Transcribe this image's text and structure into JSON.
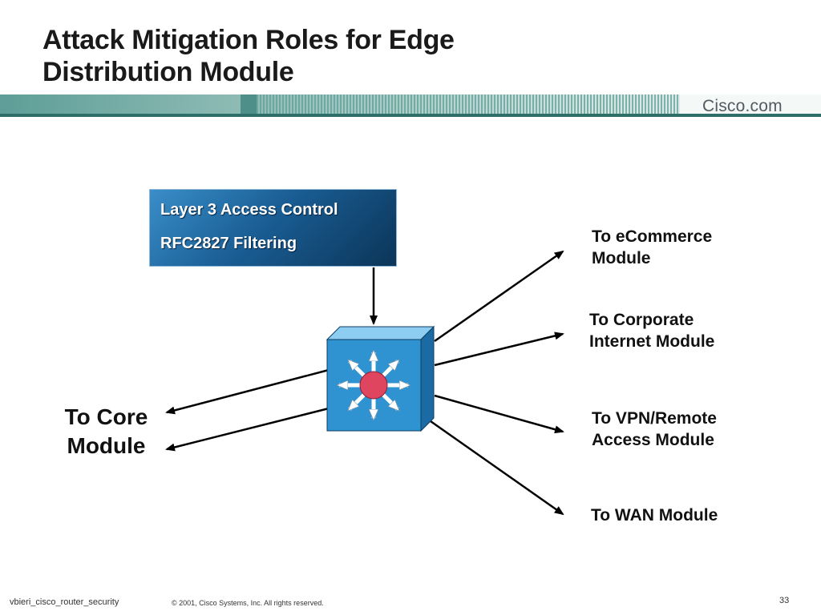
{
  "slide": {
    "title_line1": "Attack Mitigation Roles for Edge",
    "title_line2": "Distribution Module",
    "banner_text": "Cisco.com"
  },
  "infobox": {
    "line1": "Layer 3 Access Control",
    "line2": "RFC2827 Filtering"
  },
  "labels": {
    "core_line1": "To Core",
    "core_line2": "Module",
    "ecommerce_line1": "To eCommerce",
    "ecommerce_line2": "Module",
    "corporate_line1": "To Corporate",
    "corporate_line2": "Internet Module",
    "vpn_line1": "To VPN/Remote",
    "vpn_line2": "Access Module",
    "wan": "To WAN Module"
  },
  "footer": {
    "left": "vbieri_cisco_router_security",
    "copyright": "© 2001, Cisco Systems, Inc. All rights reserved.",
    "page_number": "33"
  },
  "colors": {
    "switch_face": "#2f93d2",
    "switch_top": "#8ecdf2",
    "switch_side": "#1b6aa3",
    "switch_center": "#e0455f",
    "infobox_dark": "#0b3558",
    "infobox_light": "#3a8ec9"
  },
  "icons": {
    "switch": "layer3-switch-icon",
    "banner": "cisco-stripe-banner"
  }
}
